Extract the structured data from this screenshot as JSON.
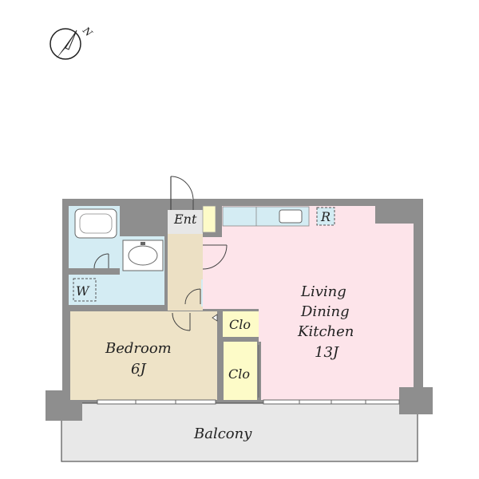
{
  "compass": {
    "label": "N",
    "icon": "north-arrow-icon"
  },
  "rooms": {
    "ent": "Ent",
    "refrigerator": "R",
    "washer": "W",
    "living": [
      "Living",
      "Dining",
      "Kitchen",
      "13J"
    ],
    "bedroom": [
      "Bedroom",
      "6J"
    ],
    "closet_upper": "Clo",
    "closet_lower": "Clo",
    "balcony": "Balcony"
  },
  "colors": {
    "wall": "#8e8e8e",
    "wet_area": "#d4ecf3",
    "entrance": "#ece0c4",
    "living": "#fde4ea",
    "bedroom": "#eee3c7",
    "closet": "#fdfbc8",
    "balcony": "#e8e8e8"
  }
}
